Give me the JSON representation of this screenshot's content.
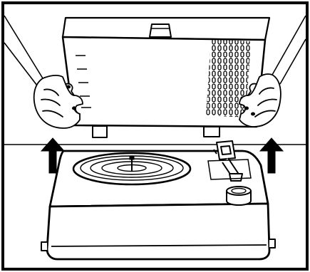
{
  "illustration": {
    "colors": {
      "ink": "#000000",
      "paper": "#ffffff",
      "speaker_grille": "#111111"
    },
    "parts": [
      "panel-frame",
      "horizon-line",
      "record-player-lid",
      "left-hand",
      "right-hand",
      "record-player-base",
      "turntable",
      "tone-arm",
      "volume-knob",
      "left-arrow-up-icon",
      "right-arrow-up-icon"
    ],
    "arrow_direction": "up"
  }
}
